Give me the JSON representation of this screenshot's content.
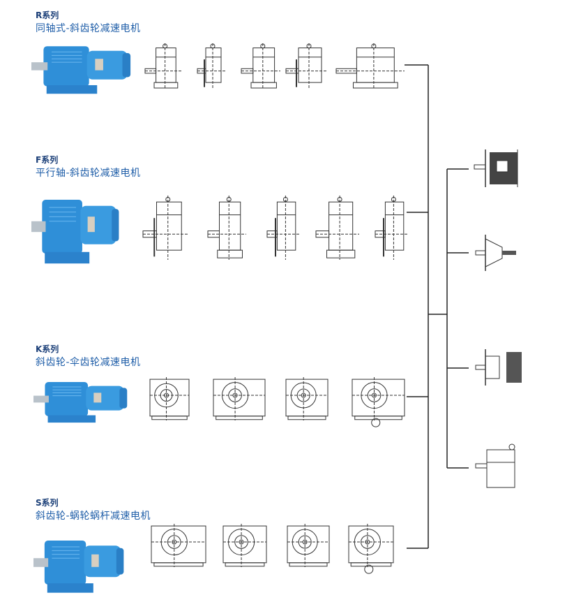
{
  "series": [
    {
      "id": "r",
      "title": "R系列",
      "subtitle": "同轴式-斜齿轮减速电机"
    },
    {
      "id": "f",
      "title": "F系列",
      "subtitle": "平行轴-斜齿轮减速电机"
    },
    {
      "id": "k",
      "title": "K系列",
      "subtitle": "斜齿轮-伞齿轮减速电机"
    },
    {
      "id": "s",
      "title": "S系列",
      "subtitle": "斜齿轮-蜗轮蜗杆减速电机"
    }
  ],
  "colors": {
    "title": "#1b3f78",
    "subtitle": "#1f5ea8",
    "motor_blue": "#2f8fd8",
    "line": "#222222"
  },
  "input_options": [
    "motor-icon",
    "adapter-icon",
    "coupling-adapter-icon",
    "reducer-input-icon"
  ]
}
